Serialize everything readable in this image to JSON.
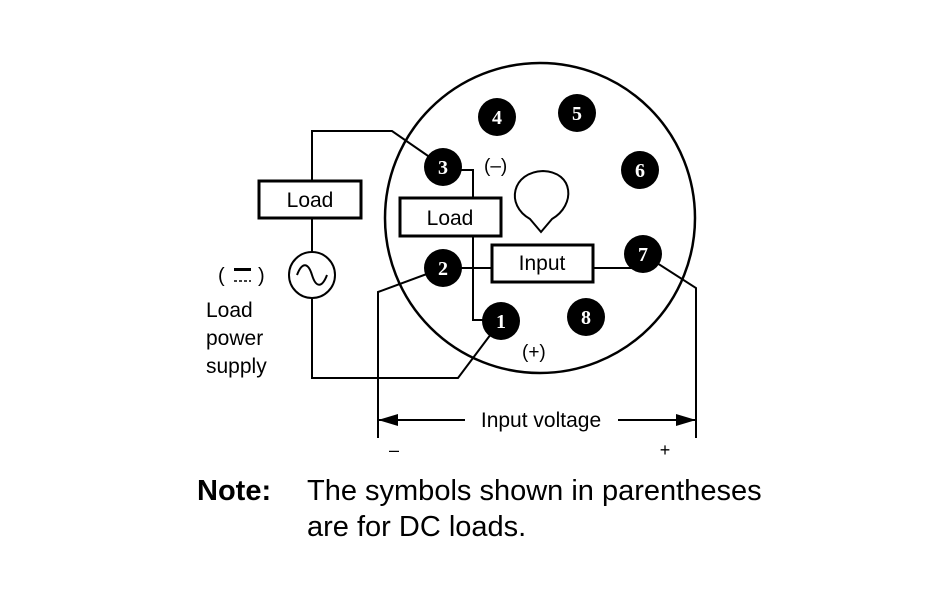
{
  "pins": {
    "p1": "1",
    "p2": "2",
    "p3": "3",
    "p4": "4",
    "p5": "5",
    "p6": "6",
    "p7": "7",
    "p8": "8"
  },
  "labels": {
    "load_left": "Load",
    "load_inner": "Load",
    "input_box": "Input",
    "pin3_polarity": "(–)",
    "pin1_polarity": "(+)",
    "supply_polarity_open": "(",
    "supply_polarity_close": ")",
    "supply_line1": "Load",
    "supply_line2": "power",
    "supply_line3": "supply",
    "input_voltage": "Input voltage",
    "minus": "–",
    "plus": "+"
  },
  "note": {
    "heading": "Note:",
    "line1": "The symbols shown in parentheses",
    "line2": "are for DC loads."
  }
}
